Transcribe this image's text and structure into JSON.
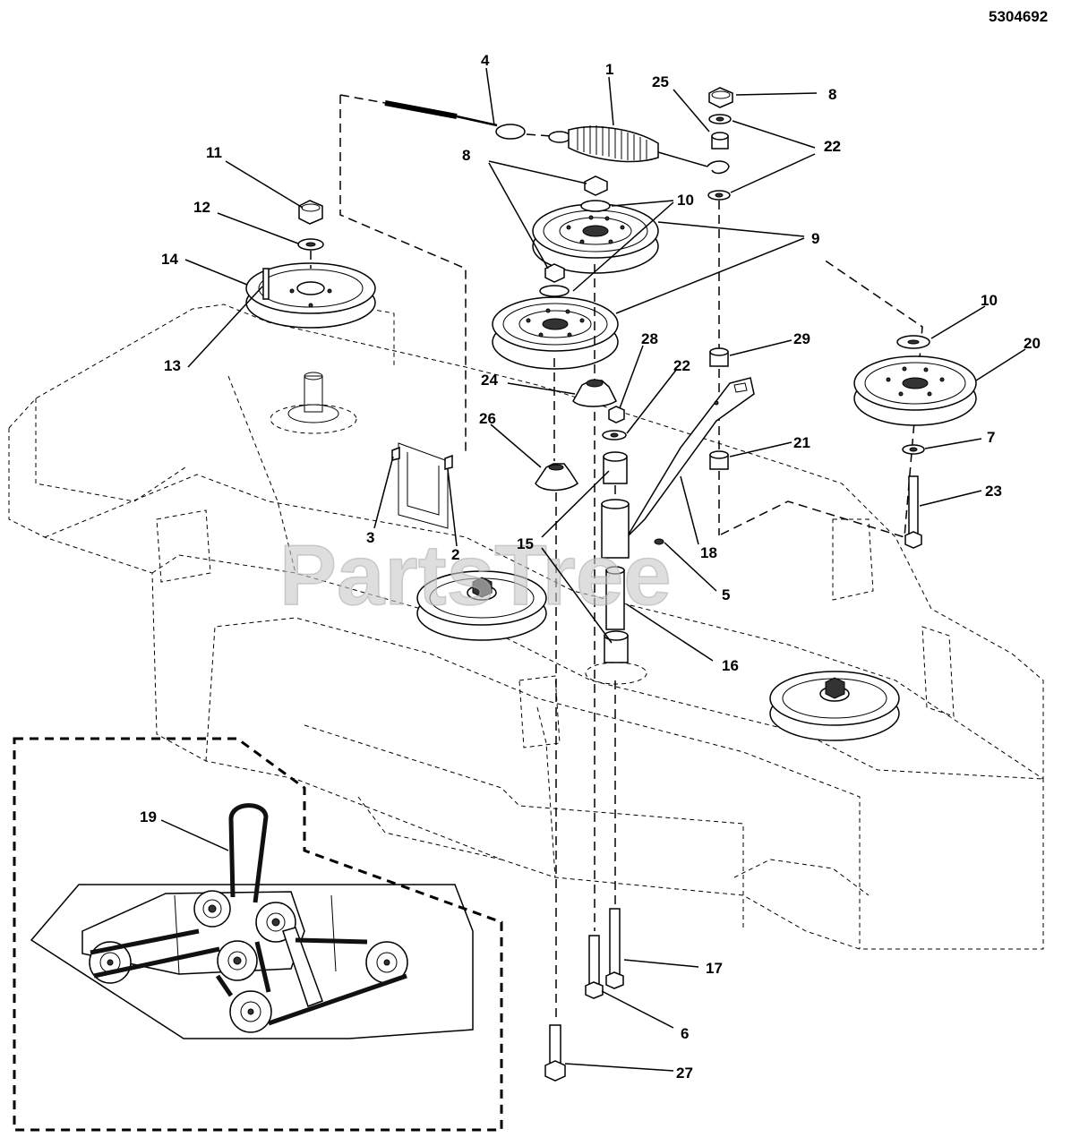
{
  "document_number": "5304692",
  "watermark": "PartsTree",
  "callouts": [
    {
      "label": "1"
    },
    {
      "label": "2"
    },
    {
      "label": "3"
    },
    {
      "label": "4"
    },
    {
      "label": "5"
    },
    {
      "label": "6"
    },
    {
      "label": "7"
    },
    {
      "label": "8"
    },
    {
      "label": "8"
    },
    {
      "label": "9"
    },
    {
      "label": "10"
    },
    {
      "label": "10"
    },
    {
      "label": "11"
    },
    {
      "label": "12"
    },
    {
      "label": "13"
    },
    {
      "label": "14"
    },
    {
      "label": "15"
    },
    {
      "label": "16"
    },
    {
      "label": "17"
    },
    {
      "label": "18"
    },
    {
      "label": "19"
    },
    {
      "label": "20"
    },
    {
      "label": "21"
    },
    {
      "label": "22"
    },
    {
      "label": "22"
    },
    {
      "label": "22"
    },
    {
      "label": "23"
    },
    {
      "label": "24"
    },
    {
      "label": "25"
    },
    {
      "label": "26"
    },
    {
      "label": "27"
    },
    {
      "label": "28"
    },
    {
      "label": "29"
    }
  ]
}
